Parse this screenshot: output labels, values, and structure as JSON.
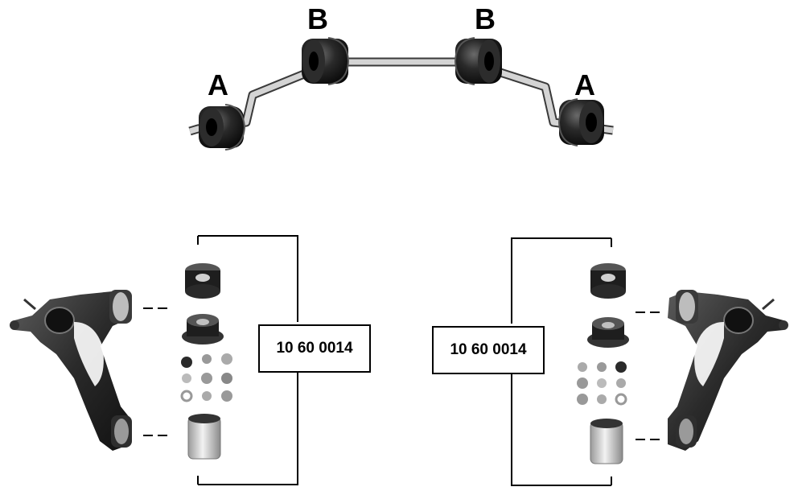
{
  "labels": {
    "a_left": "A",
    "b_left": "B",
    "b_right": "B",
    "a_right": "A"
  },
  "kits": {
    "left_code": "10 60 0014",
    "right_code": "10 60 0014"
  },
  "colors": {
    "rubber": "#1a1a1a",
    "metal": "#c8c8c8",
    "bracket_line": "#000000"
  }
}
